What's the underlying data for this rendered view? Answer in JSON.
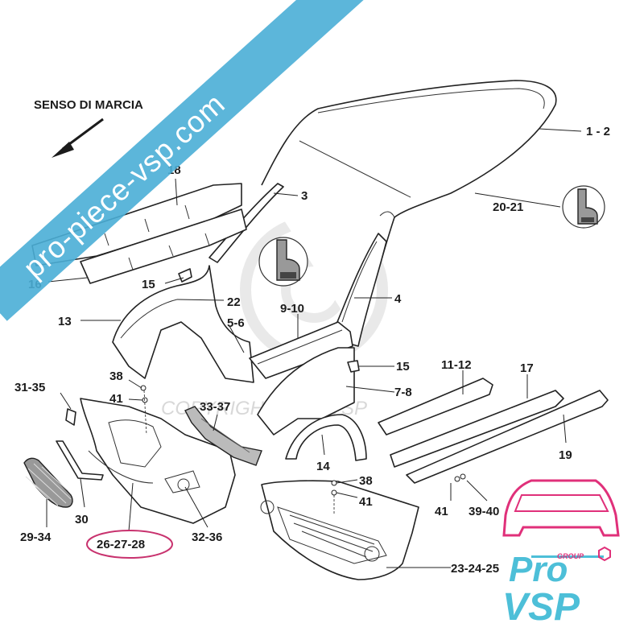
{
  "direction_label": "SENSO DI MARCIA",
  "watermark": {
    "text": "pro-piece-vsp.com",
    "color": "#4aaed6"
  },
  "copyright_text": "COPYRIGHT - Pro VSP",
  "highlight_color": "#c8326e",
  "callouts": {
    "c1_2": "1 - 2",
    "c3": "3",
    "c4": "4",
    "c5_6": "5-6",
    "c7_8": "7-8",
    "c9_10": "9-10",
    "c11_12": "11-12",
    "c13": "13",
    "c14": "14",
    "c15a": "15",
    "c15b": "15",
    "c16": "16",
    "c17": "17",
    "c18": "18",
    "c19": "19",
    "c20_21": "20-21",
    "c22": "22",
    "c23_25": "23-24-25",
    "c26_28": "26-27-28",
    "c29_34": "29-34",
    "c30": "30",
    "c31_35": "31-35",
    "c32_36": "32-36",
    "c33_37": "33-37",
    "c38a": "38",
    "c38b": "38",
    "c39_40": "39-40",
    "c41a": "41",
    "c41b": "41",
    "c41c": "41"
  },
  "logo": {
    "group": "GROUP",
    "pro": "Pro",
    "vsp": "VSP",
    "pink": "#e0307a",
    "teal": "#4dbfd8"
  }
}
